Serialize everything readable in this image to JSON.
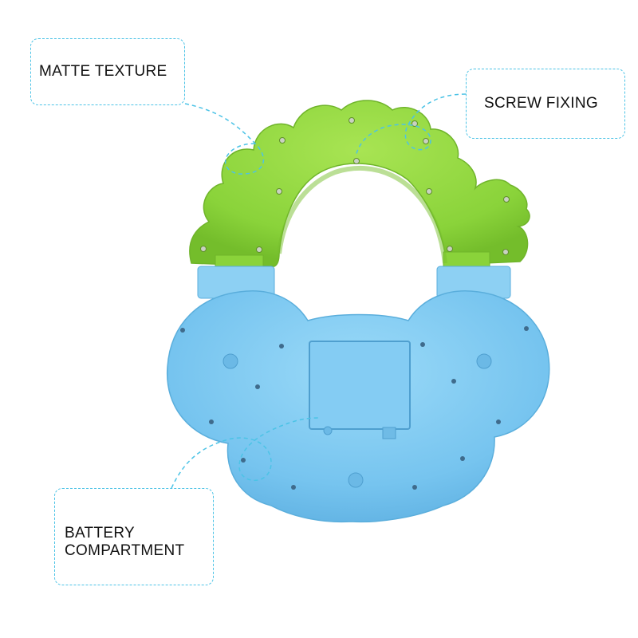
{
  "callouts": {
    "matte_texture": "MATTE TEXTURE",
    "screw_fixing": "SCREW FIXING",
    "battery_line1": "BATTERY",
    "battery_line2": "COMPARTMENT"
  },
  "colors": {
    "toy_green": "#8fd63c",
    "toy_green_dark": "#6fb42a",
    "toy_blue": "#7ecbf2",
    "toy_blue_dark": "#5aaedc",
    "callout_border": "#4cc3e6",
    "connector_line": "#4cc3e6"
  },
  "icons": [
    "screw-icon"
  ]
}
